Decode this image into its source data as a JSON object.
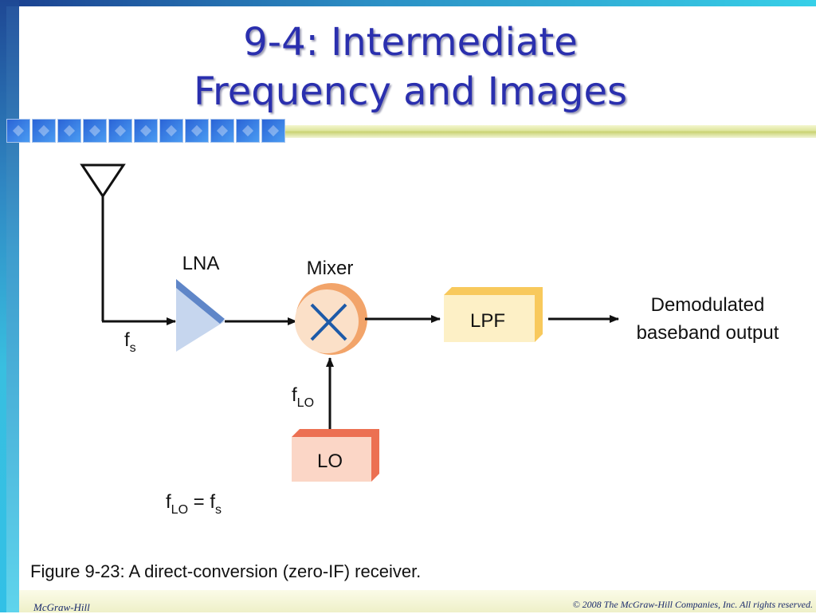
{
  "slide": {
    "title_line1": "9-4: Intermediate",
    "title_line2": "Frequency and Images"
  },
  "diagram": {
    "lna_label": "LNA",
    "mixer_label": "Mixer",
    "lpf_label": "LPF",
    "lo_label": "LO",
    "fs_label": "f",
    "fs_sub": "s",
    "flo_label": "f",
    "flo_sub": "LO",
    "output_line1": "Demodulated",
    "output_line2": "baseband output",
    "equation": {
      "lhs": "f",
      "lhs_sub": "LO",
      "equals": " = f",
      "rhs_sub": "s"
    }
  },
  "caption": "Figure 9-23: A direct-conversion (zero-IF) receiver.",
  "footer": {
    "publisher": "McGraw-Hill",
    "copyright": "© 2008 The McGraw-Hill Companies, Inc. All rights reserved."
  },
  "colors": {
    "title": "#2a2fae",
    "lna": "#c6d6ee",
    "lna_edge": "#5f86c8",
    "mixer": "#fbe0c8",
    "mixer_edge": "#f2a46a",
    "mixer_cross": "#1d5aa8",
    "lpf": "#fdf0c6",
    "lpf_edge": "#f8c95c",
    "lo": "#fbd6c6",
    "lo_edge": "#ec7052"
  }
}
